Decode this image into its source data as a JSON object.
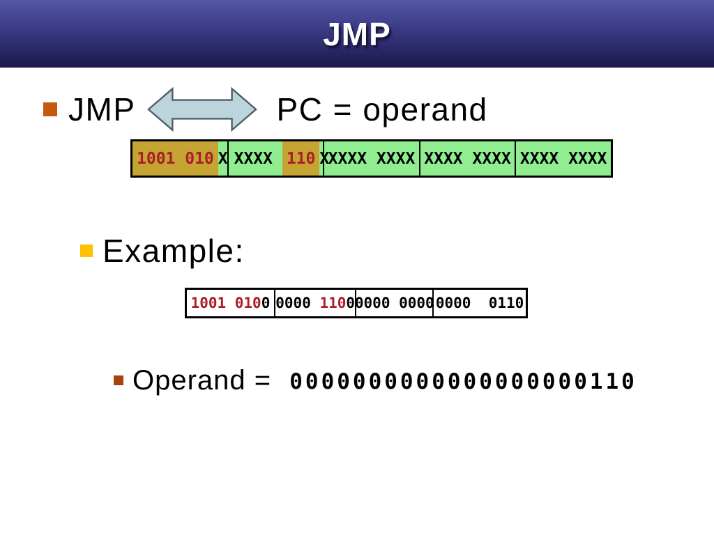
{
  "header": {
    "title": "JMP"
  },
  "colors": {
    "header_top": "#5456A8",
    "header_mid": "#34337A",
    "header_bottom": "#1B1848",
    "green": "#90EE90",
    "tan": "#C5A434",
    "red": "#AA1E28",
    "bullet_orange": "#C45A0F",
    "bullet_gold": "#FFC000",
    "bullet_brown": "#A8430E",
    "arrow_fill": "#BCD4DC",
    "arrow_stroke": "#4E5E66"
  },
  "line1": {
    "label": "JMP",
    "right_text": "PC = operand"
  },
  "arrow_icon": "left-right-double-arrow",
  "instruction_table": {
    "cells": [
      {
        "align": "left",
        "segments": [
          {
            "text": "1001 010",
            "red": true,
            "highlight": true
          },
          {
            "text": "X"
          }
        ]
      },
      {
        "align": "left",
        "segments": [
          {
            "text": "XXXX "
          },
          {
            "text": "110",
            "red": true,
            "highlight": true
          },
          {
            "text": "X"
          }
        ]
      },
      {
        "align": "center",
        "segments": [
          {
            "text": "XXXX XXXX"
          }
        ]
      },
      {
        "align": "center",
        "segments": [
          {
            "text": "XXXX XXXX"
          }
        ]
      },
      {
        "align": "center",
        "segments": [
          {
            "text": "XXXX XXXX"
          }
        ]
      }
    ]
  },
  "example": {
    "label": "Example:"
  },
  "example_table": {
    "cells": [
      {
        "align": "center",
        "segments": [
          {
            "text": "1001 010",
            "red": true
          },
          {
            "text": "0"
          }
        ]
      },
      {
        "align": "center",
        "segments": [
          {
            "text": "0000 "
          },
          {
            "text": "110",
            "red": true
          },
          {
            "text": "0"
          }
        ]
      },
      {
        "align": "center",
        "segments": [
          {
            "text": "0000 0000"
          }
        ]
      },
      {
        "align": "center",
        "segments": [
          {
            "text": "0000  0110"
          }
        ]
      }
    ]
  },
  "operand": {
    "label": "Operand = ",
    "value": "0000000000000000000110"
  }
}
